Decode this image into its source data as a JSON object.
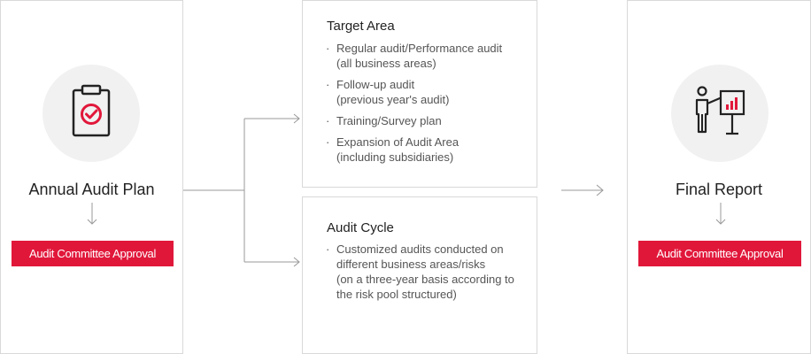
{
  "left": {
    "icon": "clipboard-check-icon",
    "title": "Annual Audit Plan",
    "approval": "Audit Committee Approval"
  },
  "target_area": {
    "title": "Target Area",
    "items": [
      {
        "bullet": "·",
        "lines": [
          "Regular audit/Performance audit",
          "(all business areas)"
        ]
      },
      {
        "bullet": "·",
        "lines": [
          "Follow-up audit",
          "(previous year's audit)"
        ]
      },
      {
        "bullet": "·",
        "lines": [
          "Training/Survey plan"
        ]
      },
      {
        "bullet": "·",
        "lines": [
          "Expansion of Audit Area",
          "(including subsidiaries)"
        ]
      }
    ]
  },
  "audit_cycle": {
    "title": "Audit Cycle",
    "items": [
      {
        "bullet": "·",
        "lines": [
          "Customized audits conducted on",
          "different business areas/risks",
          "(on a three-year basis according to",
          "the risk pool structured)"
        ]
      }
    ]
  },
  "right": {
    "icon": "presenter-chart-icon",
    "title": "Final Report",
    "approval": "Audit Committee Approval"
  },
  "colors": {
    "accent": "#e1173a",
    "border": "#d9d9d9",
    "circle": "#f1f1f1",
    "arrow": "#999999"
  }
}
